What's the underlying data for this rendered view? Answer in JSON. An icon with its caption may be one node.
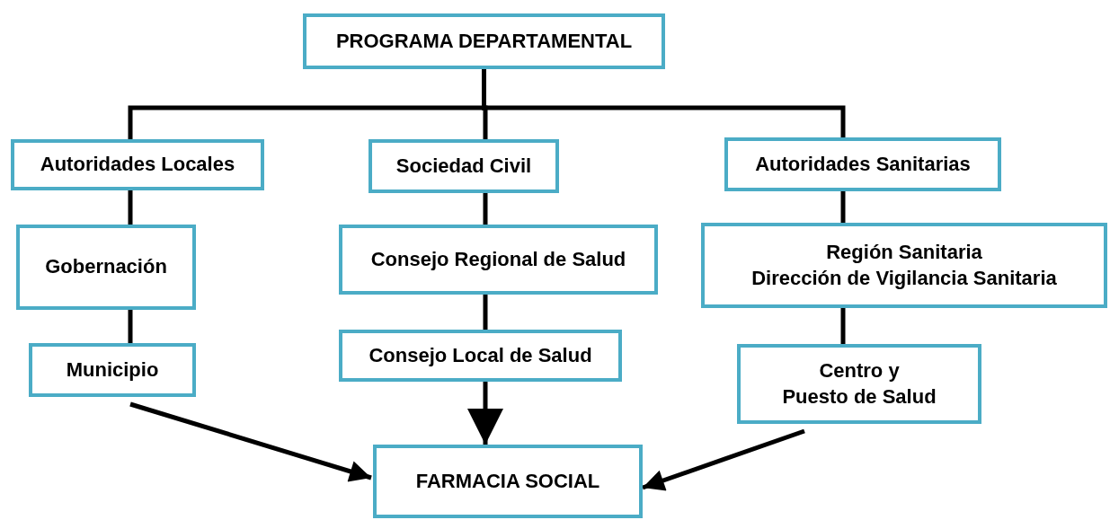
{
  "diagram": {
    "nodes": [
      {
        "text": [
          "PROGRAMA DEPARTAMENTAL"
        ]
      },
      {
        "text": [
          "Autoridades Locales"
        ]
      },
      {
        "text": [
          "Sociedad Civil"
        ]
      },
      {
        "text": [
          "Autoridades Sanitarias"
        ]
      },
      {
        "text": [
          "Gobernación"
        ]
      },
      {
        "text": [
          "Consejo Regional de Salud"
        ]
      },
      {
        "text": [
          "Región Sanitaria",
          "Dirección de Vigilancia Sanitaria"
        ]
      },
      {
        "text": [
          "Municipio"
        ]
      },
      {
        "text": [
          "Consejo Local de Salud"
        ]
      },
      {
        "text": [
          "Centro y",
          "Puesto de Salud"
        ]
      },
      {
        "text": [
          "FARMACIA SOCIAL"
        ]
      }
    ],
    "edges": [
      {
        "from": 0,
        "to": 1,
        "arrow": "none"
      },
      {
        "from": 0,
        "to": 2,
        "arrow": "none"
      },
      {
        "from": 0,
        "to": 3,
        "arrow": "none"
      },
      {
        "from": 1,
        "to": 4,
        "arrow": "none"
      },
      {
        "from": 4,
        "to": 7,
        "arrow": "none"
      },
      {
        "from": 2,
        "to": 5,
        "arrow": "none"
      },
      {
        "from": 5,
        "to": 8,
        "arrow": "none"
      },
      {
        "from": 3,
        "to": 6,
        "arrow": "none"
      },
      {
        "from": 6,
        "to": 9,
        "arrow": "none"
      },
      {
        "from": 7,
        "to": 10,
        "arrow": "to"
      },
      {
        "from": 8,
        "to": 10,
        "arrow": "to"
      },
      {
        "from": 9,
        "to": 10,
        "arrow": "to"
      }
    ]
  }
}
